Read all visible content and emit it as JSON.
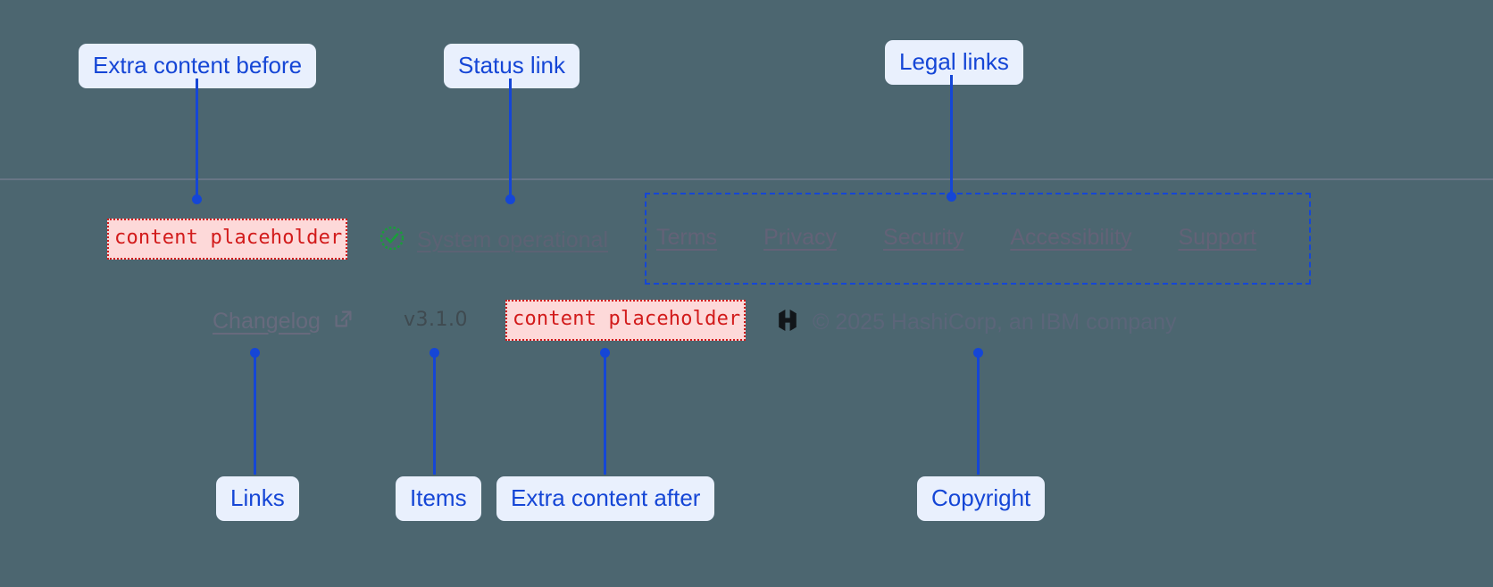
{
  "theme": {
    "background": "#4c6670",
    "annotation_accent": "#1546d6",
    "callout_background": "#e9f0fd",
    "placeholder_text": "#d21b1b",
    "placeholder_background": "#fdd9d9",
    "status_ok": "#1a9d3b",
    "muted_link": "#636277",
    "divider": "#8c87a0"
  },
  "footer": {
    "extra_content_before": "content placeholder",
    "extra_content_after": "content placeholder",
    "status": {
      "icon": "check-circle-icon",
      "label": "System operational"
    },
    "legal_links": [
      {
        "label": "Terms"
      },
      {
        "label": "Privacy"
      },
      {
        "label": "Security"
      },
      {
        "label": "Accessibility"
      },
      {
        "label": "Support"
      }
    ],
    "links": [
      {
        "label": "Changelog",
        "icon": "external-link-icon"
      }
    ],
    "items": [
      {
        "label": "v3.1.0"
      }
    ],
    "copyright": {
      "logo": "hashicorp-logo",
      "text": "© 2025 HashiCorp, an IBM company"
    }
  },
  "annotations": [
    {
      "id": "extra-content-before",
      "label": "Extra content before"
    },
    {
      "id": "status-link",
      "label": "Status link"
    },
    {
      "id": "legal-links",
      "label": "Legal links"
    },
    {
      "id": "links",
      "label": "Links"
    },
    {
      "id": "items",
      "label": "Items"
    },
    {
      "id": "extra-content-after",
      "label": "Extra content after"
    },
    {
      "id": "copyright",
      "label": "Copyright"
    }
  ]
}
